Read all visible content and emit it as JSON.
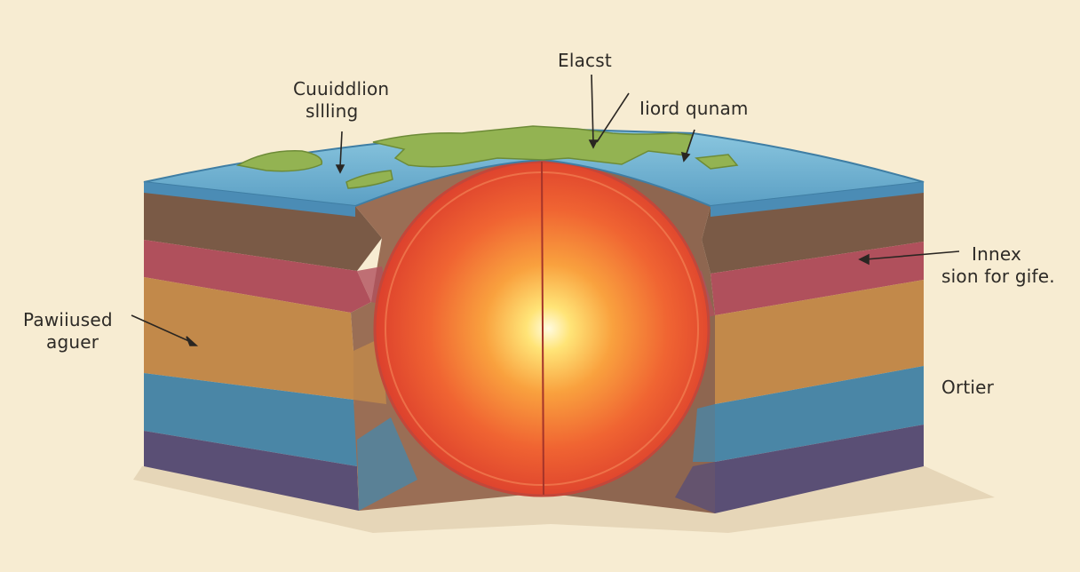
{
  "labels": {
    "top_left": {
      "line1": "Cuuiddlion",
      "line2": "sllling"
    },
    "top_center": "Elacst",
    "top_right": "Iiord qunam",
    "right_middle": {
      "line1": "Innex",
      "line2": "sion for gife."
    },
    "left_middle": {
      "line1": "Pawiiused",
      "line2": "aguer"
    },
    "right_lower": "Ortier"
  },
  "colors": {
    "background": "#f7ecd2",
    "ocean": "#6fb6d6",
    "land": "#93b352",
    "layer_brown": "#7a5a46",
    "layer_red": "#b0505c",
    "layer_ochre": "#c2894a",
    "layer_blue": "#4a86a6",
    "layer_purple": "#5a4f75",
    "core_center": "#fff3b0",
    "core_edge": "#e5432e"
  }
}
